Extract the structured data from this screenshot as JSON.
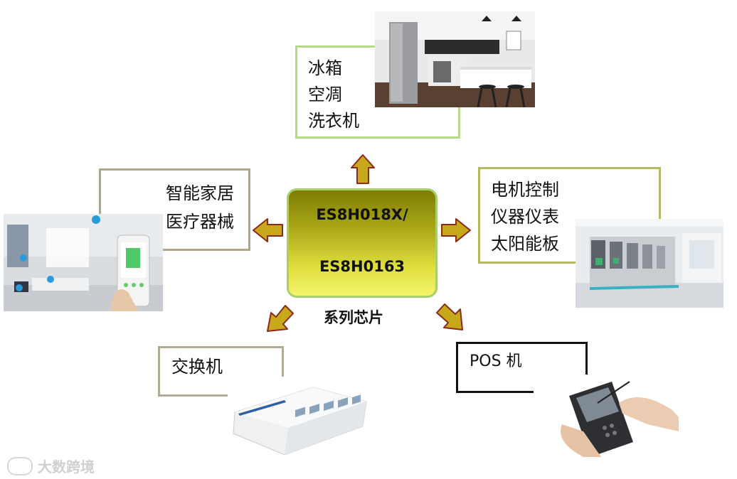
{
  "chip": {
    "line1": "ES8H018X/",
    "line2": "ES8H0163",
    "caption": "系列芯片"
  },
  "boxes": {
    "appliances": [
      "冰箱",
      "空凋",
      "洗衣机"
    ],
    "home": [
      "智能家居",
      "医疗器械"
    ],
    "industrial": [
      "电机控制",
      "仪器仪表",
      "太阳能板"
    ],
    "switch": [
      "交换机"
    ],
    "pos": [
      "POS 机"
    ]
  },
  "watermark": "大数跨境",
  "colors": {
    "arrow_fill": "#c7a81a",
    "arrow_stroke": "#8a2a1a",
    "chip_border": "#a9cf6a"
  }
}
